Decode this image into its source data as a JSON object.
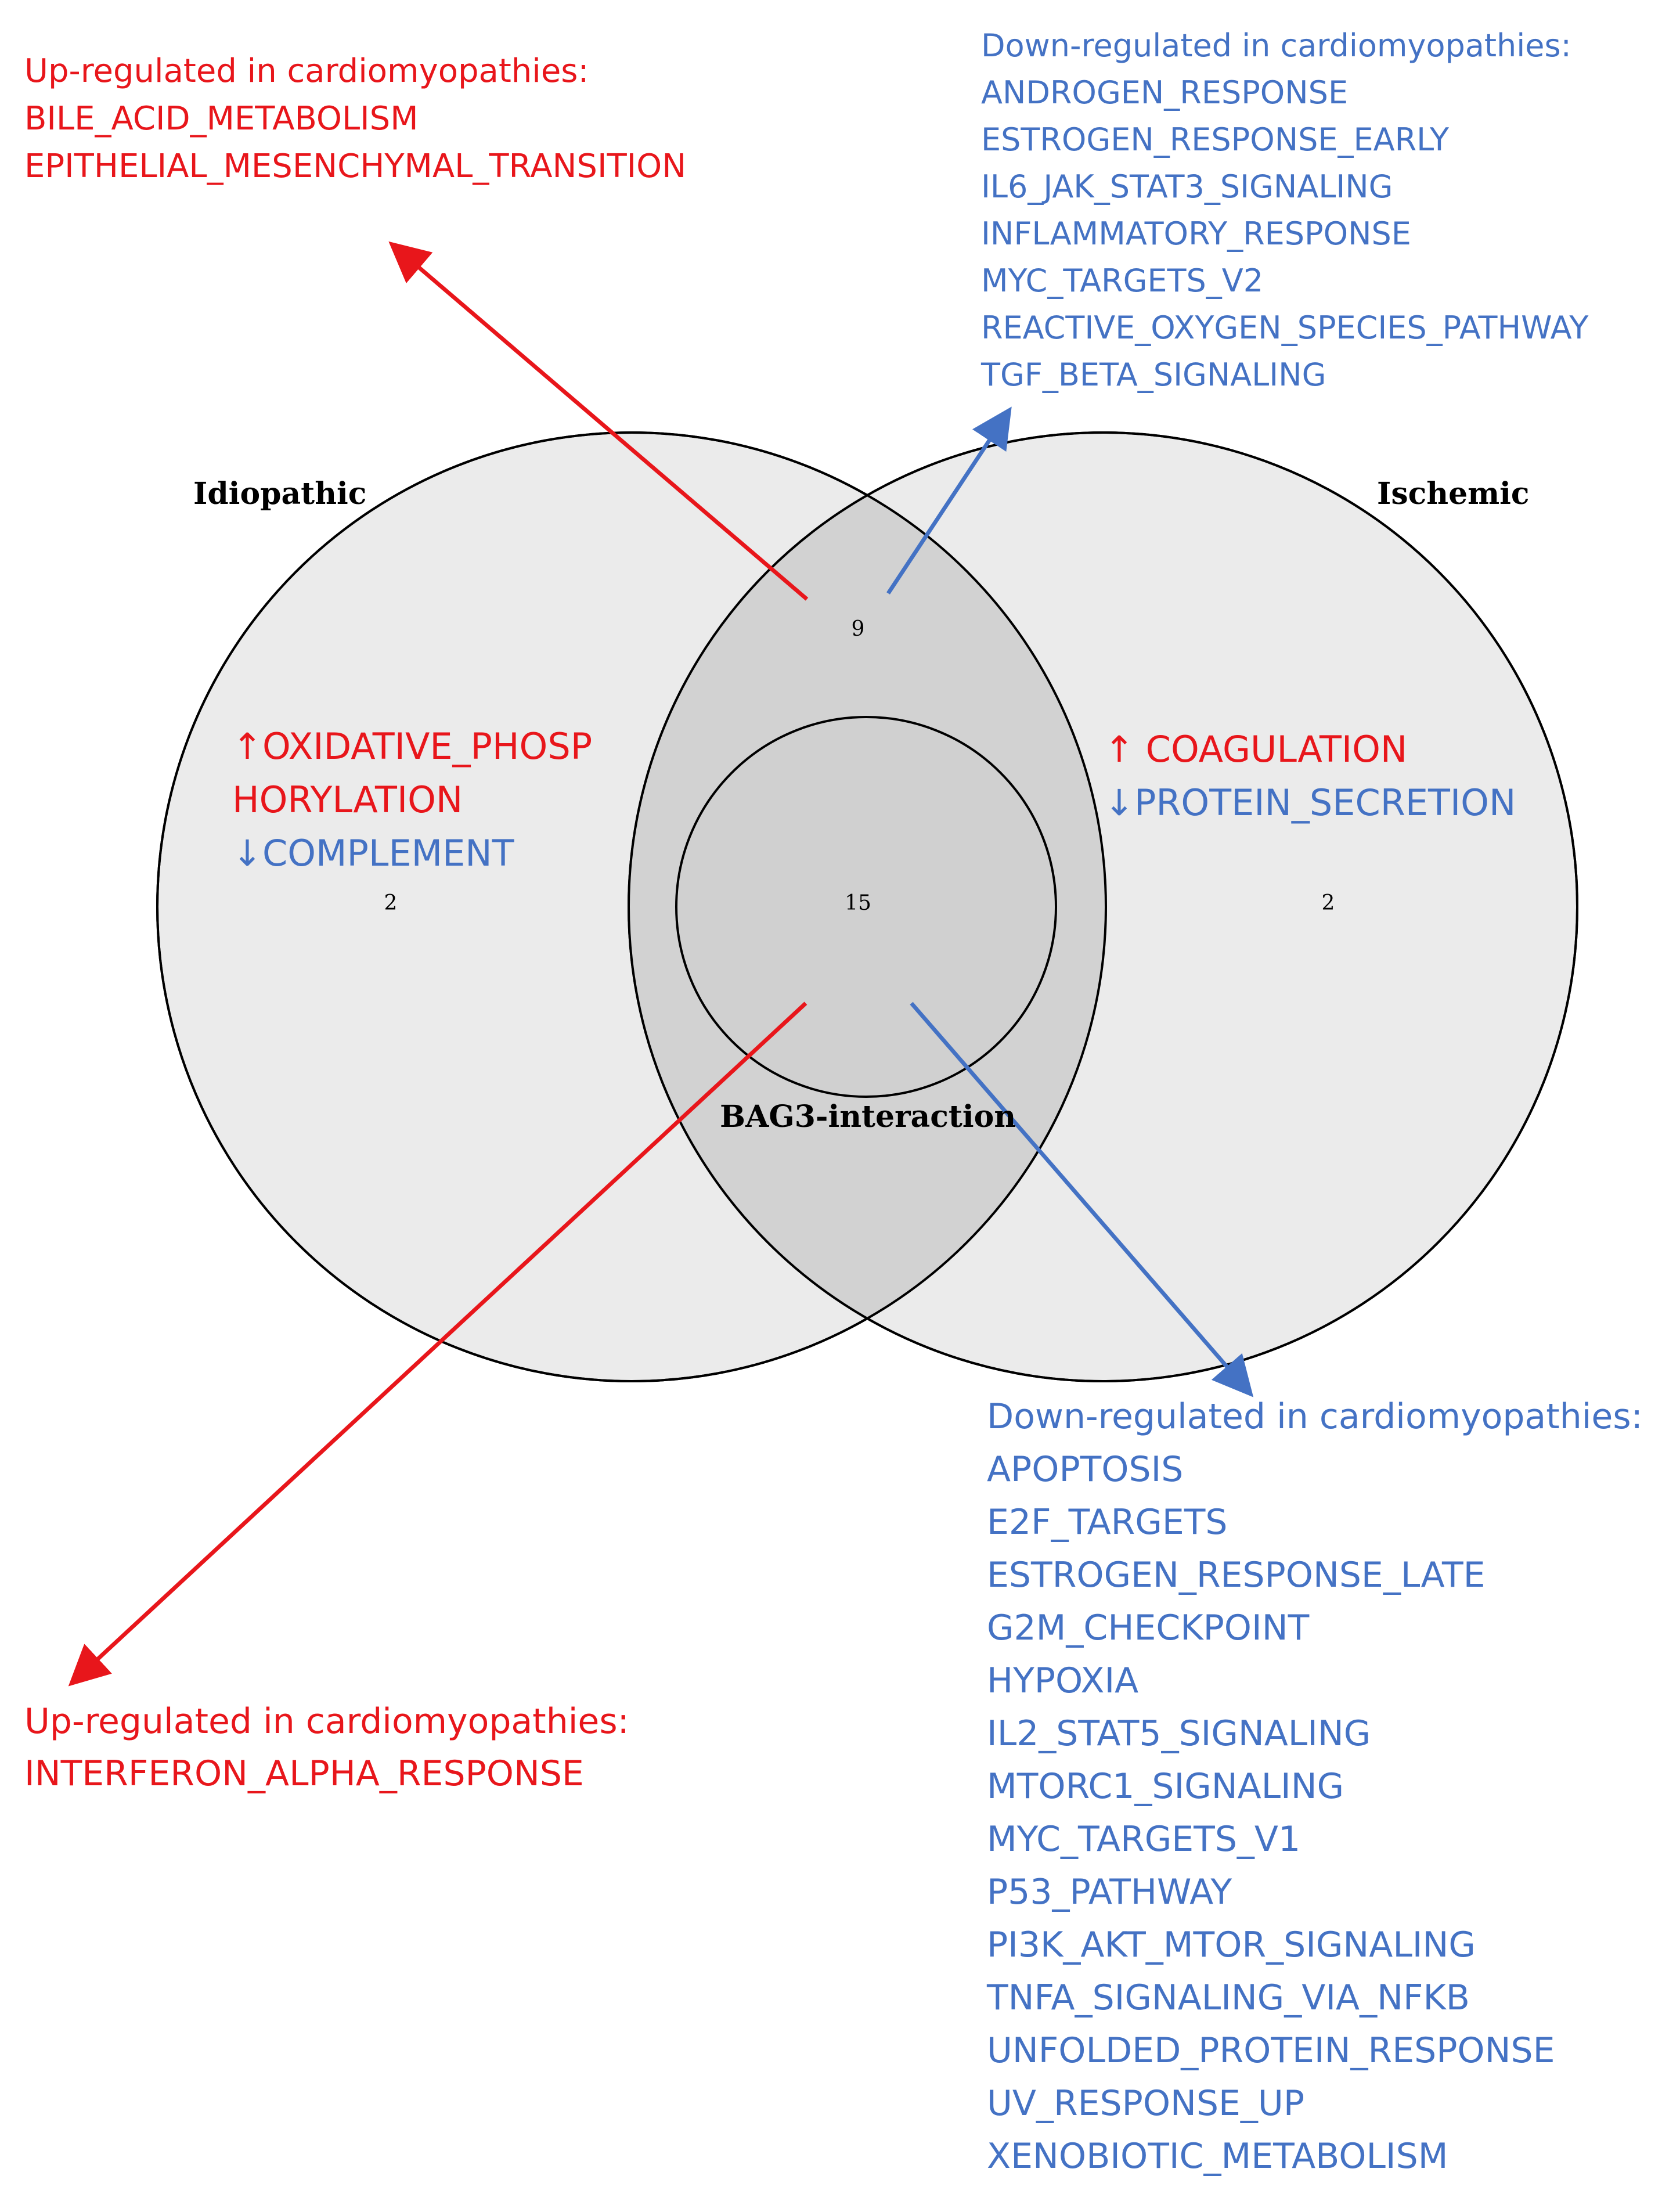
{
  "colors": {
    "up": "#e8161b",
    "down": "#4472c4",
    "circle_fill": "#e6e6e6",
    "outline": "#000000"
  },
  "sets": {
    "idiopathic": "Idiopathic",
    "ischemic": "Ischemic",
    "bag3": "BAG3-interaction"
  },
  "counts": {
    "idiopathic_only": "2",
    "idio_isch_overlap": "9",
    "all_three": "15",
    "ischemic_only": "2"
  },
  "idiopathic_unique": {
    "line1": "↑OXIDATIVE_PHOSP",
    "line2": "HORYLATION",
    "line3": "↓COMPLEMENT"
  },
  "ischemic_unique": {
    "line1": "↑ COAGULATION",
    "line2": "↓PROTEIN_SECRETION"
  },
  "top_left": {
    "header": "Up-regulated in cardiomyopathies:",
    "items": [
      "BILE_ACID_METABOLISM",
      "EPITHELIAL_MESENCHYMAL_TRANSITION"
    ]
  },
  "top_right": {
    "header": "Down-regulated in cardiomyopathies:",
    "items": [
      "ANDROGEN_RESPONSE",
      "ESTROGEN_RESPONSE_EARLY",
      "IL6_JAK_STAT3_SIGNALING",
      "INFLAMMATORY_RESPONSE",
      "MYC_TARGETS_V2",
      "REACTIVE_OXYGEN_SPECIES_PATHWAY",
      "TGF_BETA_SIGNALING"
    ]
  },
  "bottom_left": {
    "header": "Up-regulated in cardiomyopathies:",
    "items": [
      "INTERFERON_ALPHA_RESPONSE"
    ]
  },
  "bottom_right": {
    "header": "Down-regulated in cardiomyopathies:",
    "items": [
      "APOPTOSIS",
      "E2F_TARGETS",
      "ESTROGEN_RESPONSE_LATE",
      "G2M_CHECKPOINT",
      "HYPOXIA",
      "IL2_STAT5_SIGNALING",
      "MTORC1_SIGNALING",
      "MYC_TARGETS_V1",
      "P53_PATHWAY",
      "PI3K_AKT_MTOR_SIGNALING",
      "TNFA_SIGNALING_VIA_NFKB",
      "UNFOLDED_PROTEIN_RESPONSE",
      "UV_RESPONSE_UP",
      "XENOBIOTIC_METABOLISM"
    ]
  }
}
